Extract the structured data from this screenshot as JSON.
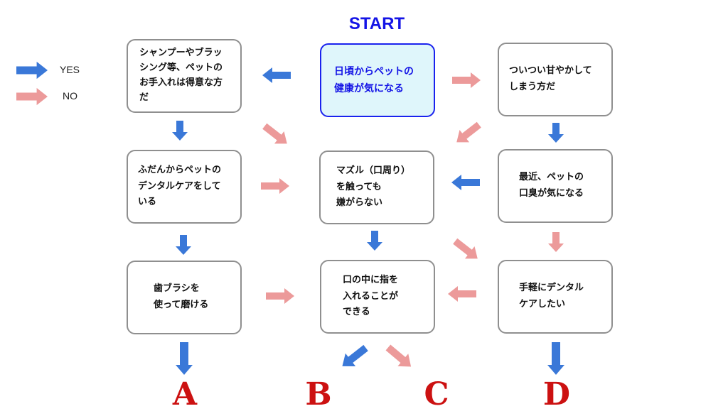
{
  "title": "START",
  "legend": [
    {
      "label": "YES",
      "color": "#3a78d8"
    },
    {
      "label": "NO",
      "color": "#ec9a9a"
    }
  ],
  "nodes": {
    "grooming": "シャンプーやブラッ\nシング等、ペットの\nお手入れは得意な方\nだ",
    "start": "日頃からペットの\n健康が気になる",
    "spoil": "ついつい甘やかして\nしまう方だ",
    "dental_care": "ふだんからペットの\nデンタルケアをして\nいる",
    "muzzle": "マズル（口周り）\nを触っても\n嫌がらない",
    "breath": "最近、ペットの\n口臭が気になる",
    "toothbrush": "歯ブラシを\n使って磨ける",
    "finger": "口の中に指を\n入れることが\nできる",
    "easy_care": "手軽にデンタル\nケアしたい"
  },
  "outcomes": [
    "A",
    "B",
    "C",
    "D"
  ],
  "colors": {
    "yes": "#3a78d8",
    "no": "#ec9a9a",
    "start_text": "#1414e6",
    "start_bg": "#dff6fb",
    "outcome": "#cc1111"
  }
}
